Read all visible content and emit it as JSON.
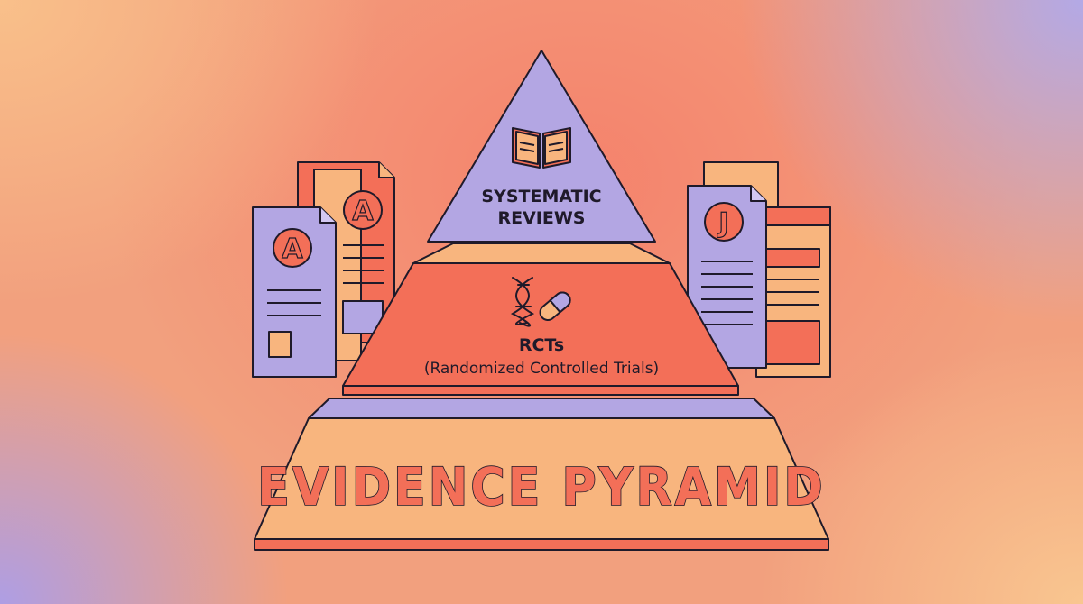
{
  "diagram": {
    "title": "EVIDENCE PYRAMID",
    "tiers": [
      {
        "label_line1": "SYSTEMATIC",
        "label_line2": "REVIEWS",
        "icon": "book-icon"
      },
      {
        "label": "RCTs",
        "sublabel": "(Randomized Controlled Trials)",
        "icon": "dna-pill-icon"
      }
    ],
    "documents": {
      "left_back_letter": "A",
      "left_front_letter": "A",
      "right_letter": "J"
    },
    "colors": {
      "lavender": "#b3a6e3",
      "coral": "#f36f58",
      "peach": "#f8b57e",
      "outline": "#1f1a2a"
    }
  }
}
